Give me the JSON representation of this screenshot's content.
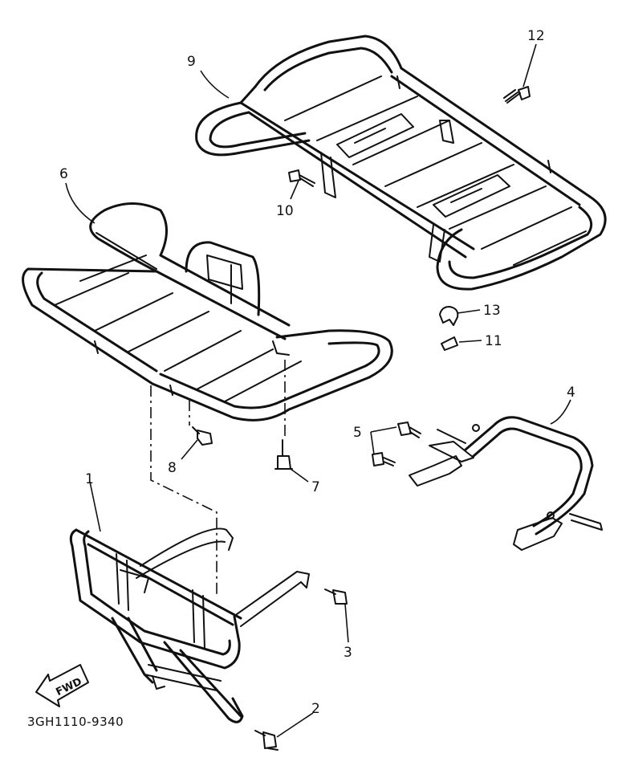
{
  "diagram_code": "3GH1110-9340",
  "fwd_label": "FWD",
  "callouts": {
    "c1": "1",
    "c2": "2",
    "c3": "3",
    "c4": "4",
    "c5": "5",
    "c6": "6",
    "c7": "7",
    "c8": "8",
    "c9": "9",
    "c10": "10",
    "c11": "11",
    "c12": "12",
    "c13": "13"
  },
  "colors": {
    "line": "#111111",
    "background": "#ffffff"
  }
}
